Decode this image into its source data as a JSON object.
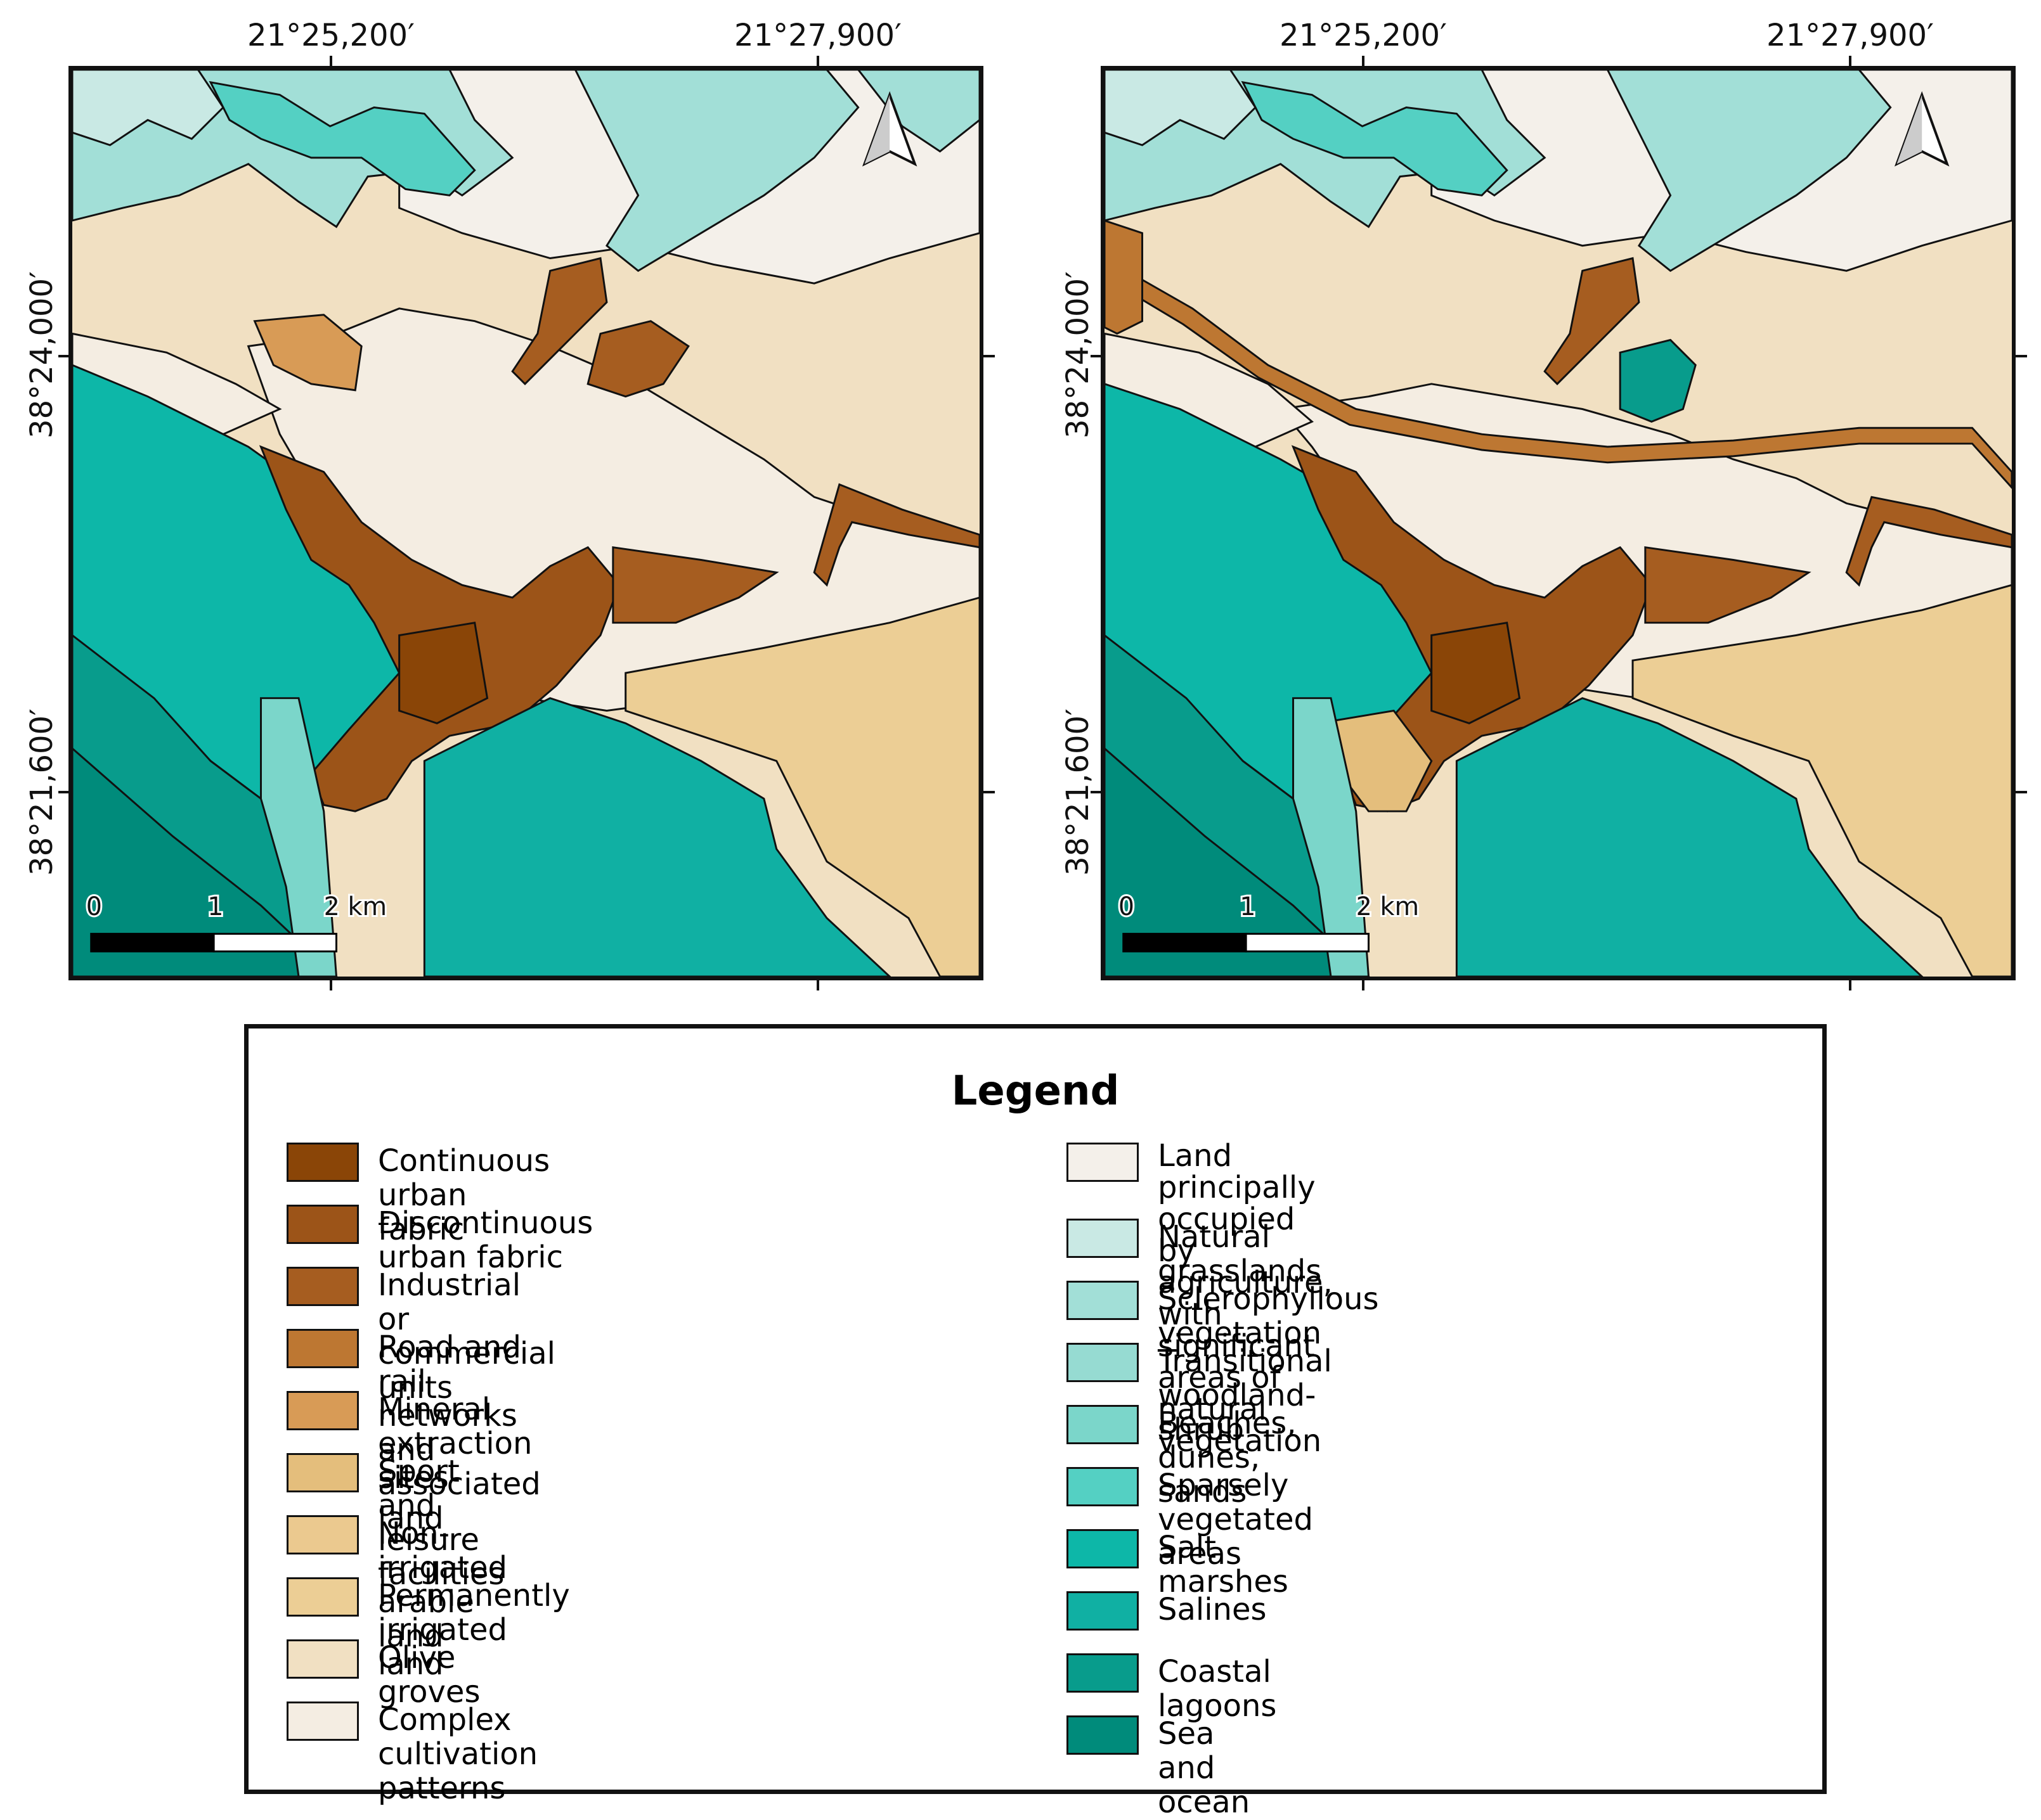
{
  "maps": [
    {
      "name": "left",
      "top_coords": [
        "21°25,200′",
        "21°27,900′"
      ],
      "left_coords": [
        "38°24,000′",
        "38°21,600′"
      ],
      "scale_labels": [
        "0",
        "1",
        "2 km"
      ]
    },
    {
      "name": "right",
      "top_coords": [
        "21°25,200′",
        "21°27,900′"
      ],
      "left_coords": [
        "38°24,000′",
        "38°21,600′"
      ],
      "scale_labels": [
        "0",
        "1",
        "2 km"
      ]
    }
  ],
  "north_arrow_icon": "north-arrow-icon",
  "legend": {
    "title": "Legend",
    "left_items": [
      {
        "label": "Continuous urban fabric",
        "color": "#8a4507"
      },
      {
        "label": "Discontinuous urban fabric",
        "color": "#9c5418"
      },
      {
        "label": "Industrial or commercial units",
        "color": "#a65d20"
      },
      {
        "label": "Road and rail networks and associated land",
        "color": "#bd7732"
      },
      {
        "label": "Mineral extraction sites",
        "color": "#d89b56"
      },
      {
        "label": "Sport and leisure facilities",
        "color": "#e4be7c"
      },
      {
        "label": "Non-irrigated arable land",
        "color": "#ebc98f"
      },
      {
        "label": "Permanently irrigated land",
        "color": "#ecce95"
      },
      {
        "label": "Olive groves",
        "color": "#f1e0c2"
      },
      {
        "label": "Complex cultivation patterns",
        "color": "#f4ede2"
      }
    ],
    "right_items": [
      {
        "label": "Land principally occupied by agriculture,\nwith significant areas of natural vegetation",
        "color": "#f4f0ea"
      },
      {
        "label": "Natural grasslands",
        "color": "#c9e9e4"
      },
      {
        "label": "Sclerophyllous vegetation",
        "color": "#a2dfd7"
      },
      {
        "label": "Transitional woodland-shrub",
        "color": "#96dbd2"
      },
      {
        "label": "Beaches, dunes, sands",
        "color": "#7bd6ca"
      },
      {
        "label": "Sparsely vegetated areas",
        "color": "#54d0c3"
      },
      {
        "label": "Salt marshes",
        "color": "#0db7a8"
      },
      {
        "label": "Salines",
        "color": "#10b0a3"
      },
      {
        "label": "Coastal lagoons",
        "color": "#089c8c"
      },
      {
        "label": "Sea and ocean",
        "color": "#008b7b"
      }
    ]
  }
}
